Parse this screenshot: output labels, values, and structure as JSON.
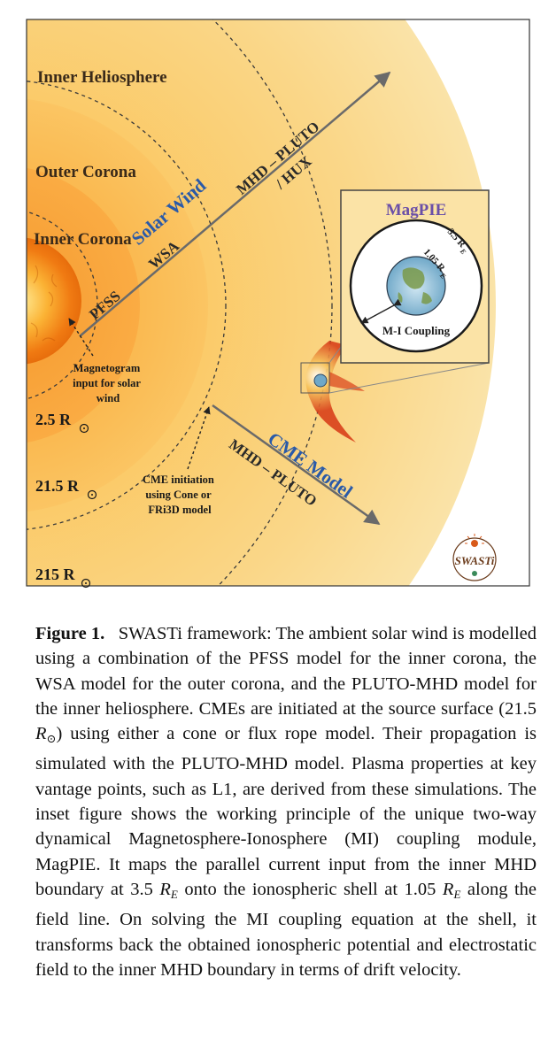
{
  "figure": {
    "regions": {
      "inner_heliosphere": "Inner Heliosphere",
      "outer_corona": "Outer Corona",
      "inner_corona": "Inner Corona"
    },
    "radii": {
      "r1": "2.5 R",
      "r2": "21.5 R",
      "r3": "215 R"
    },
    "models": {
      "solar_wind": "Solar Wind",
      "pfss": "PFSS",
      "wsa": "WSA",
      "mhd_pluto": "MHD – PLUTO",
      "hux": "/ HUX",
      "cme_model": "CME Model",
      "cme_mhd_pluto": "MHD – PLUTO"
    },
    "annotations": {
      "magnetogram": [
        "Magnetogram",
        "input for solar",
        "wind"
      ],
      "cme_init": [
        "CME initiation",
        "using Cone or",
        "FRi3D model"
      ]
    },
    "inset": {
      "title": "MagPIE",
      "outer_radius": "3.5 R",
      "inner_radius": "1.05 R",
      "coupling": "M-I Coupling"
    },
    "logo_text": "SWASTi",
    "colors": {
      "background": "#f7d37a",
      "outer_corona": "#fbc75a",
      "inner_corona": "#f9a23a",
      "sun": "#f07a12",
      "text_dark": "#3a2a1a",
      "text_blue": "#2a5aa8",
      "arrow": "#6a6a6a",
      "magpie_title": "#6a4fa8"
    }
  },
  "caption": {
    "label": "Figure 1.",
    "text_a": "SWASTi framework: The ambient solar wind is modelled using a combination of the PFSS model for the inner corona, the WSA model for the outer corona, and the PLUTO-MHD model for the inner heliosphere. CMEs are initiated at the source surface (21.5 ",
    "r_sun": "R",
    "text_b": ") using either a cone or flux rope model. Their propagation is simulated with the PLUTO-MHD model. Plasma properties at key vantage points, such as L1, are derived from these simulations. The inset figure shows the working principle of the unique two-way dynamical Magnetosphere-Ionosphere (MI) coupling module, MagPIE. It maps the parallel current input from the inner MHD boundary at 3.5 ",
    "r_e1": "R",
    "text_c": " onto the ionospheric shell at 1.05 ",
    "r_e2": "R",
    "text_d": " along the field line. On solving the MI coupling equation at the shell, it transforms back the obtained ionospheric potential and electrostatic field to the inner MHD boundary in terms of drift velocity."
  }
}
